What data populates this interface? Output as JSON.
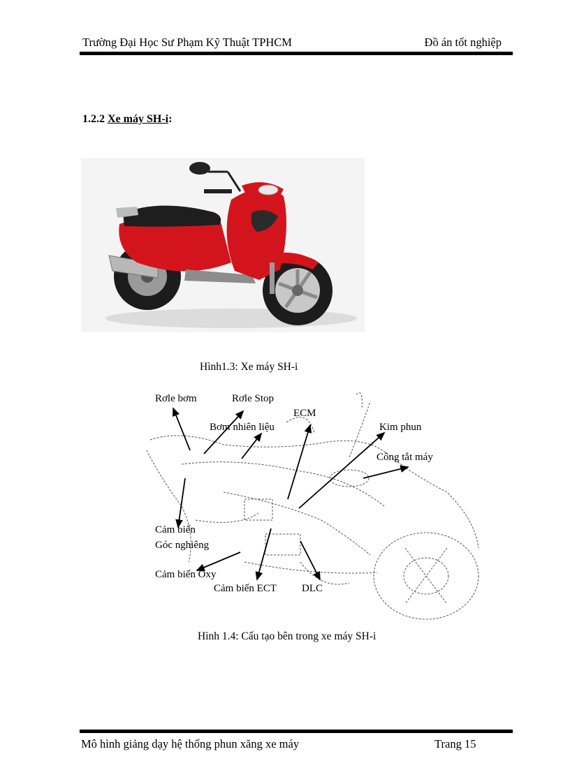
{
  "header": {
    "left": "Trường Đại Học Sư Phạm Kỹ Thuật TPHCM",
    "right": "Đồ án tốt nghiệp"
  },
  "section": {
    "number": "1.2.2",
    "title": "Xe máy SH-i",
    "colon": ":"
  },
  "figure1": {
    "caption": "Hình1.3: Xe máy SH-i"
  },
  "figure2": {
    "caption": "Hình 1.4: Cấu tạo bên trong xe máy SH-i",
    "labels": {
      "role_bom": "Rơle bơm",
      "role_stop": "Rơle Stop",
      "ecm": "ECM",
      "bom_nhien_lieu": "Bơm nhiên liệu",
      "kim_phun": "Kim phun",
      "cong_tat_may": "Công tắt máy",
      "cam_bien_goc_1": "Cảm biến",
      "cam_bien_goc_2": "Góc nghiêng",
      "cam_bien_oxy": "Cảm biến Oxy",
      "cam_bien_ect": "Cảm biến ECT",
      "dlc": "DLC"
    }
  },
  "footer": {
    "left": "Mô hình giảng dạy hệ thống phun xăng xe máy",
    "right": "Trang 15"
  },
  "colors": {
    "scooter_body": "#d4141c",
    "ink": "#000000"
  }
}
